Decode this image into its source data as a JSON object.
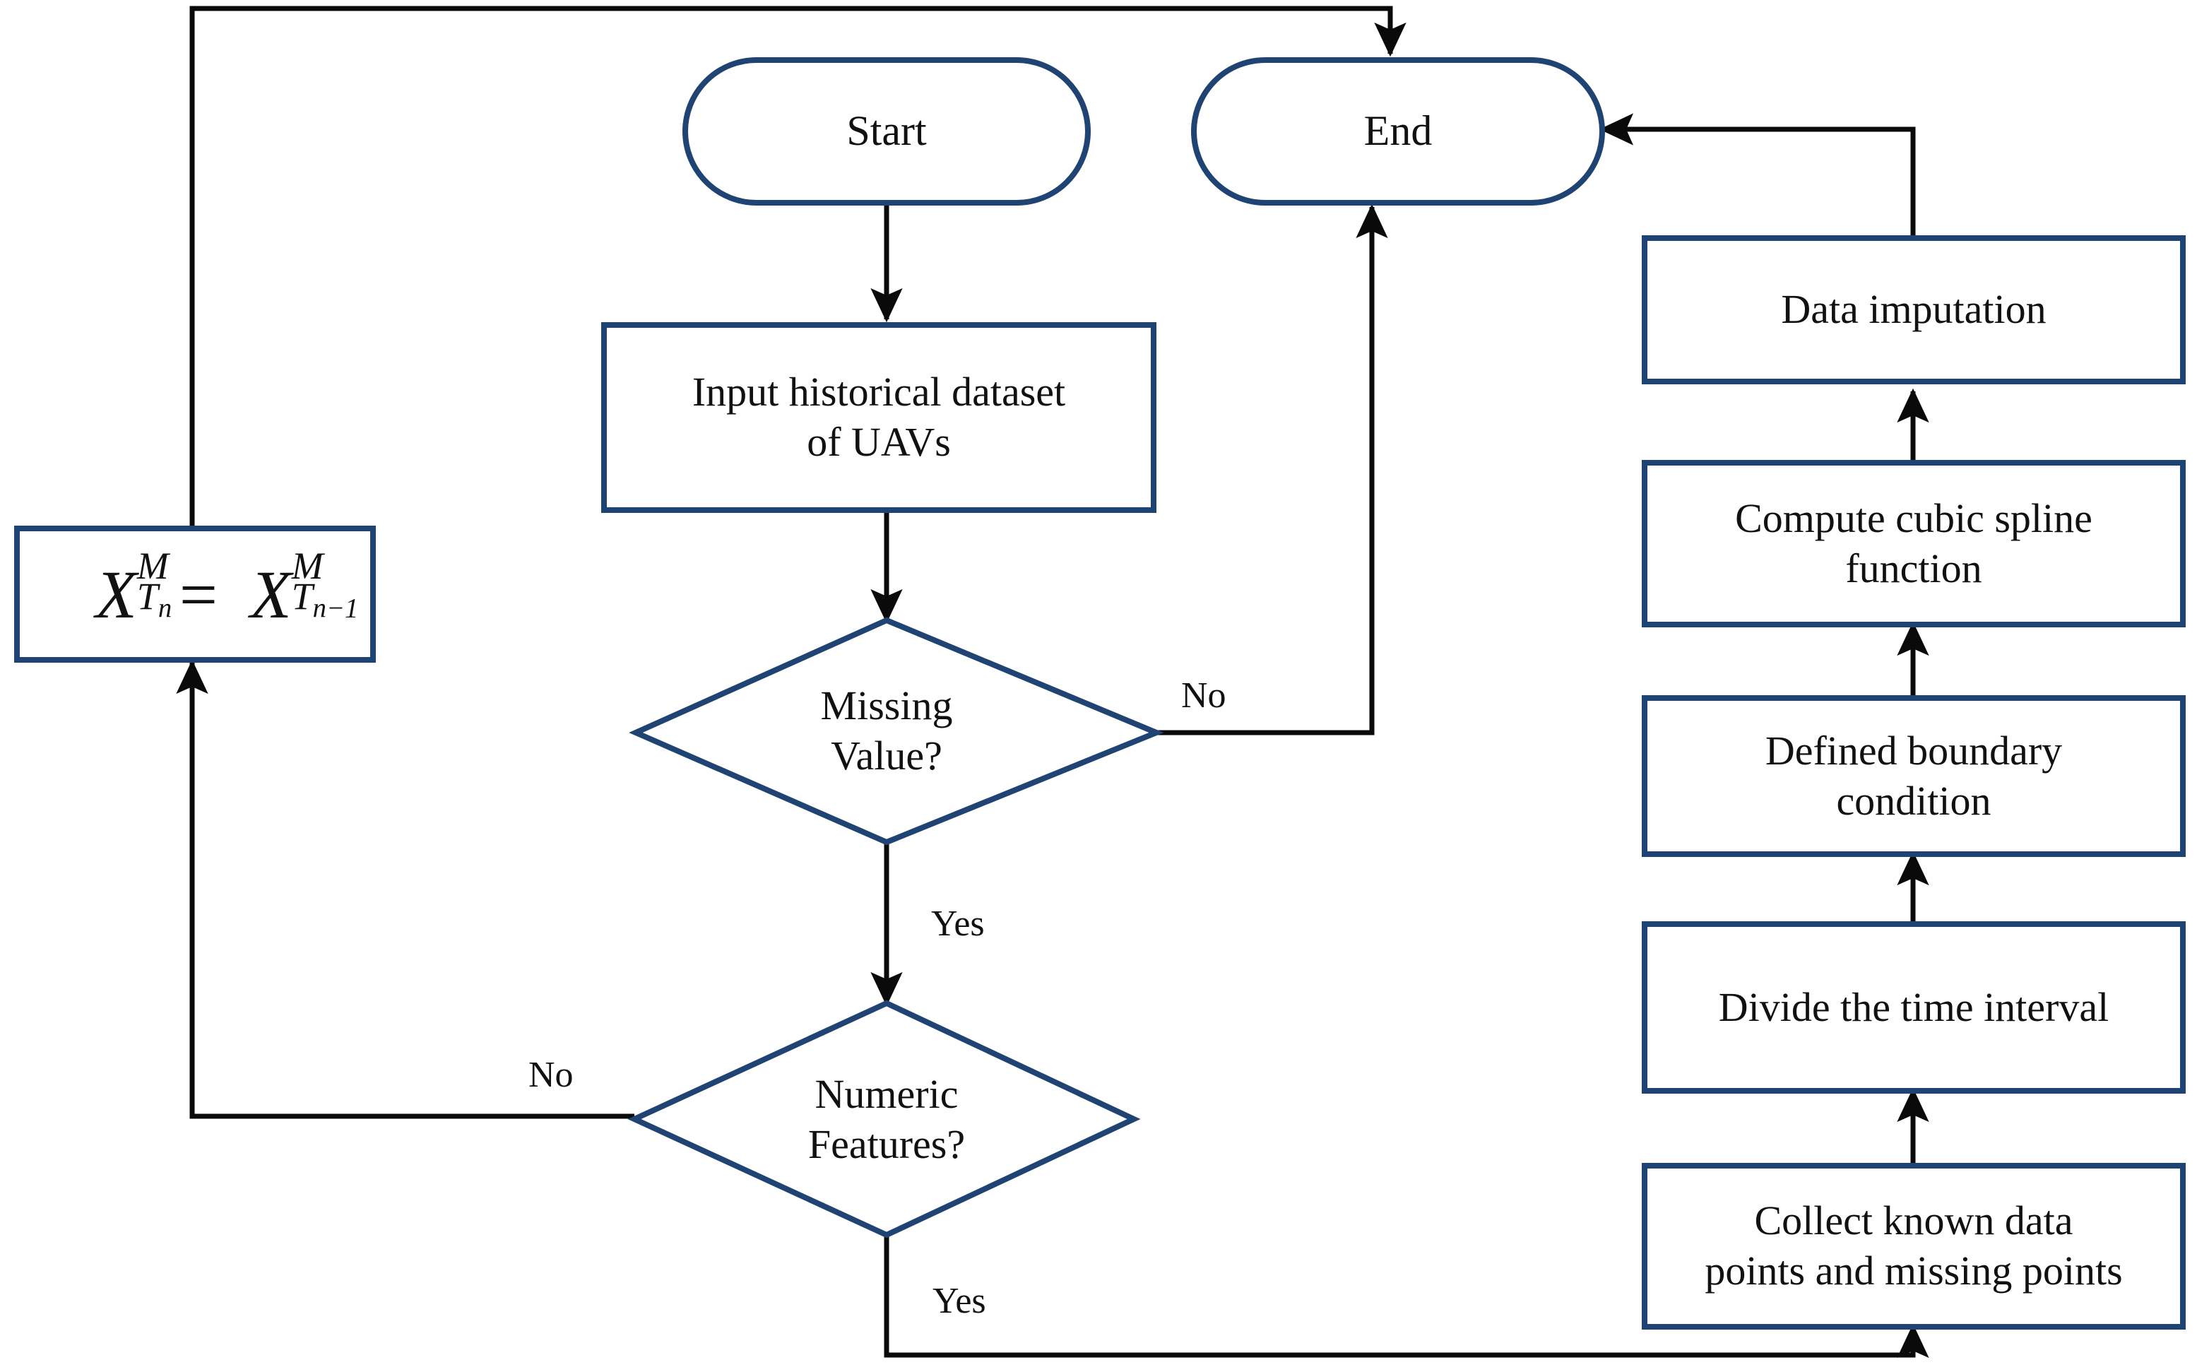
{
  "diagram": {
    "title": "UAV missing value imputation flowchart",
    "colors": {
      "node_border": "#1F4373",
      "edge_line": "#0A0A0A",
      "text": "#111111",
      "background": "#FFFFFF"
    }
  },
  "nodes": {
    "start": {
      "label": "Start",
      "shape": "terminal"
    },
    "end": {
      "label": "End",
      "shape": "terminal"
    },
    "input_dataset": {
      "label": "Input historical dataset\nof UAVs",
      "shape": "process"
    },
    "missing_value": {
      "label": "Missing\nValue?",
      "shape": "decision"
    },
    "numeric_features": {
      "label": "Numeric\nFeatures?",
      "shape": "decision"
    },
    "carry_forward": {
      "shape": "process",
      "formula_plain": "X^M_{T_n} = X^M_{T_{n-1}}",
      "lhs_base": "X",
      "lhs_sup": "M",
      "lhs_sub": "T",
      "lhs_subsub": "n",
      "equals": "=",
      "rhs_base": "X",
      "rhs_sup": "M",
      "rhs_sub": "T",
      "rhs_subsub": "n−1"
    },
    "collect_points": {
      "label": "Collect known data\npoints and missing points",
      "shape": "process"
    },
    "divide_interval": {
      "label": "Divide the time interval",
      "shape": "process"
    },
    "boundary_condition": {
      "label": "Defined boundary\ncondition",
      "shape": "process"
    },
    "cubic_spline": {
      "label": "Compute cubic spline\nfunction",
      "shape": "process"
    },
    "data_imputation": {
      "label": "Data  imputation",
      "shape": "process"
    }
  },
  "edge_labels": {
    "missing_value_no": "No",
    "missing_value_yes": "Yes",
    "numeric_features_no": "No",
    "numeric_features_yes": "Yes"
  },
  "edges": [
    {
      "from": "start",
      "to": "input_dataset",
      "label": ""
    },
    {
      "from": "input_dataset",
      "to": "missing_value",
      "label": ""
    },
    {
      "from": "missing_value",
      "to": "end",
      "label": "No"
    },
    {
      "from": "missing_value",
      "to": "numeric_features",
      "label": "Yes"
    },
    {
      "from": "numeric_features",
      "to": "carry_forward",
      "label": "No"
    },
    {
      "from": "numeric_features",
      "to": "collect_points",
      "label": "Yes"
    },
    {
      "from": "carry_forward",
      "to": "end",
      "label": ""
    },
    {
      "from": "collect_points",
      "to": "divide_interval",
      "label": ""
    },
    {
      "from": "divide_interval",
      "to": "boundary_condition",
      "label": ""
    },
    {
      "from": "boundary_condition",
      "to": "cubic_spline",
      "label": ""
    },
    {
      "from": "cubic_spline",
      "to": "data_imputation",
      "label": ""
    },
    {
      "from": "data_imputation",
      "to": "end",
      "label": ""
    }
  ]
}
